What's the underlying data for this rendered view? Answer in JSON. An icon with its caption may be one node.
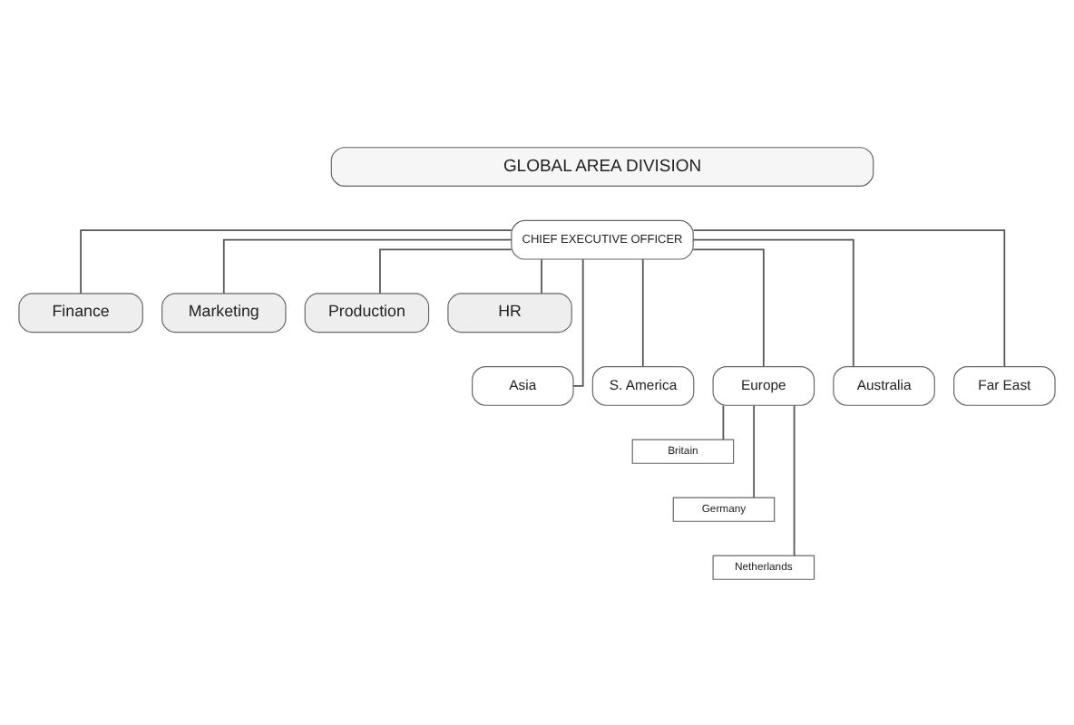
{
  "diagram": {
    "nodes": [
      {
        "text": [
          "GLOBAL AREA DIVISION"
        ]
      },
      {
        "text": [
          "CHIEF EXECUTIVE OFFICER"
        ]
      },
      {
        "text": [
          "Finance"
        ]
      },
      {
        "text": [
          "Marketing"
        ]
      },
      {
        "text": [
          "Production"
        ]
      },
      {
        "text": [
          "HR"
        ]
      },
      {
        "text": [
          "Asia"
        ]
      },
      {
        "text": [
          "S. America"
        ]
      },
      {
        "text": [
          "Europe"
        ]
      },
      {
        "text": [
          "Australia"
        ]
      },
      {
        "text": [
          "Far East"
        ]
      },
      {
        "text": [
          "Britain"
        ]
      },
      {
        "text": [
          "Germany"
        ]
      },
      {
        "text": [
          "Netherlands"
        ]
      }
    ],
    "edges": [
      {
        "from": 1,
        "to": 2,
        "arrow": "none"
      },
      {
        "from": 1,
        "to": 3,
        "arrow": "none"
      },
      {
        "from": 1,
        "to": 4,
        "arrow": "none"
      },
      {
        "from": 1,
        "to": 5,
        "arrow": "none"
      },
      {
        "from": 1,
        "to": 6,
        "arrow": "none"
      },
      {
        "from": 1,
        "to": 7,
        "arrow": "none"
      },
      {
        "from": 1,
        "to": 8,
        "arrow": "none"
      },
      {
        "from": 1,
        "to": 9,
        "arrow": "none"
      },
      {
        "from": 1,
        "to": 10,
        "arrow": "none"
      },
      {
        "from": 8,
        "to": 11,
        "arrow": "none"
      },
      {
        "from": 8,
        "to": 12,
        "arrow": "none"
      },
      {
        "from": 8,
        "to": 13,
        "arrow": "none"
      }
    ]
  }
}
